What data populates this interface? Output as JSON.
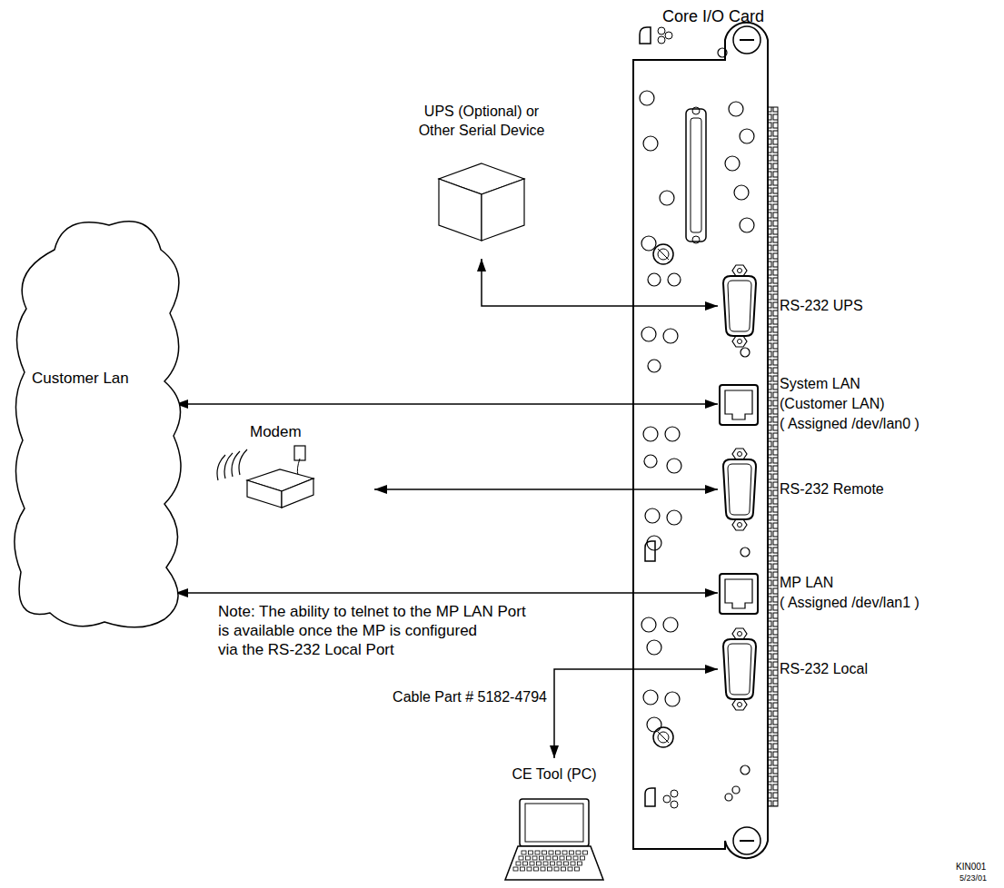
{
  "diagram": {
    "nodes": [
      {
        "text": [
          "Core I/O Card"
        ]
      },
      {
        "text": [
          "UPS (Optional) or Other Serial Device"
        ]
      },
      {
        "text": [
          "RS-232 UPS"
        ],
        "in": 0
      },
      {
        "text": [
          "Customer Lan"
        ]
      },
      {
        "text": [
          "System LAN (Customer LAN) ( Assigned /dev/lan0 )"
        ],
        "in": 0
      },
      {
        "text": [
          "Modem"
        ]
      },
      {
        "text": [
          "RS-232 Remote"
        ],
        "in": 0
      },
      {
        "text": [
          "MP LAN ( Assigned /dev/lan1 )"
        ],
        "in": 0
      },
      {
        "text": [
          "RS-232 Local"
        ],
        "in": 0
      },
      {
        "text": [
          "CE Tool (PC)"
        ]
      }
    ],
    "edges": [
      {
        "from": 1,
        "to": 2,
        "arrow": "both"
      },
      {
        "from": 3,
        "to": 4,
        "arrow": "both"
      },
      {
        "from": 5,
        "to": 6,
        "arrow": "both"
      },
      {
        "from": 3,
        "to": 7,
        "arrow": "both"
      },
      {
        "from": 8,
        "to": 9,
        "label": "Cable Part # 5182-4794",
        "arrow": "both"
      }
    ],
    "labels": [
      "Note: The ability to telnet to the MP LAN Port is available once the MP is configured via the RS-232 Local Port",
      "KIN001",
      "5/23/01"
    ]
  }
}
